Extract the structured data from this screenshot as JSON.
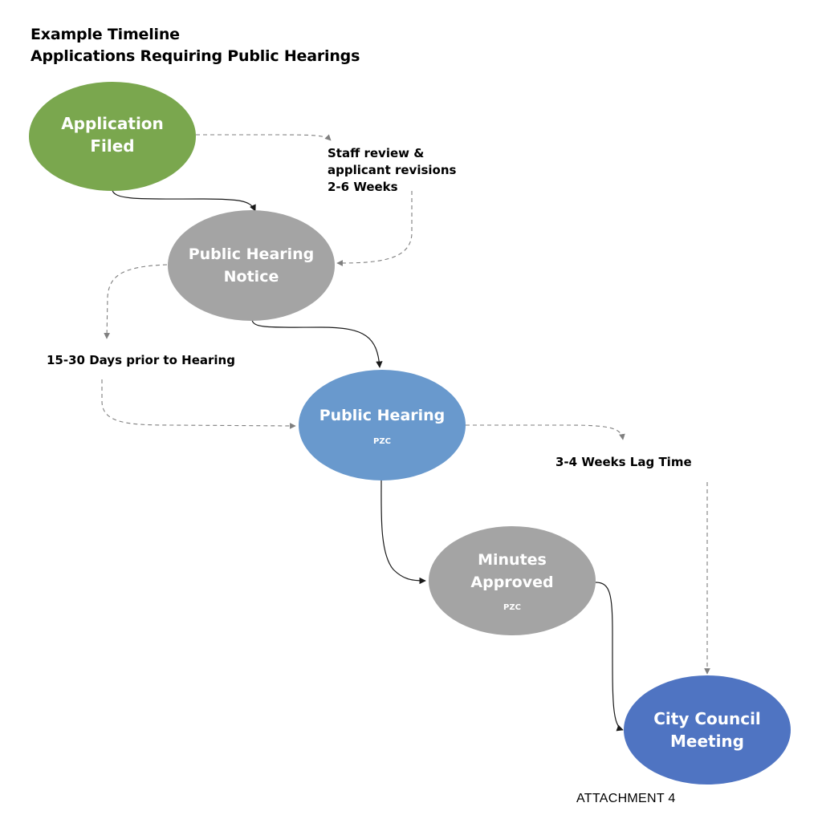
{
  "title": {
    "line1": "Example Timeline",
    "line2": "Applications Requiring Public Hearings"
  },
  "nodes": {
    "application_filed": {
      "label_lines": [
        "Application",
        "Filed"
      ],
      "sub": "",
      "color": "#7aa74e"
    },
    "public_hearing_notice": {
      "label_lines": [
        "Public Hearing",
        "Notice"
      ],
      "sub": "",
      "color": "#a4a4a4"
    },
    "public_hearing": {
      "label_lines": [
        "Public Hearing"
      ],
      "sub": "PZC",
      "color": "#6999cd"
    },
    "minutes_approved": {
      "label_lines": [
        "Minutes",
        "Approved"
      ],
      "sub": "PZC",
      "color": "#a4a4a4"
    },
    "city_council_meeting": {
      "label_lines": [
        "City Council",
        "Meeting"
      ],
      "sub": "",
      "color": "#4f74c2"
    }
  },
  "notes": {
    "staff_review": [
      "Staff review &",
      "applicant revisions",
      "2-6 Weeks"
    ],
    "days_prior": "15-30 Days prior to Hearing",
    "lag_time": "3-4 Weeks Lag Time"
  },
  "footer": {
    "attachment": "ATTACHMENT 4"
  }
}
